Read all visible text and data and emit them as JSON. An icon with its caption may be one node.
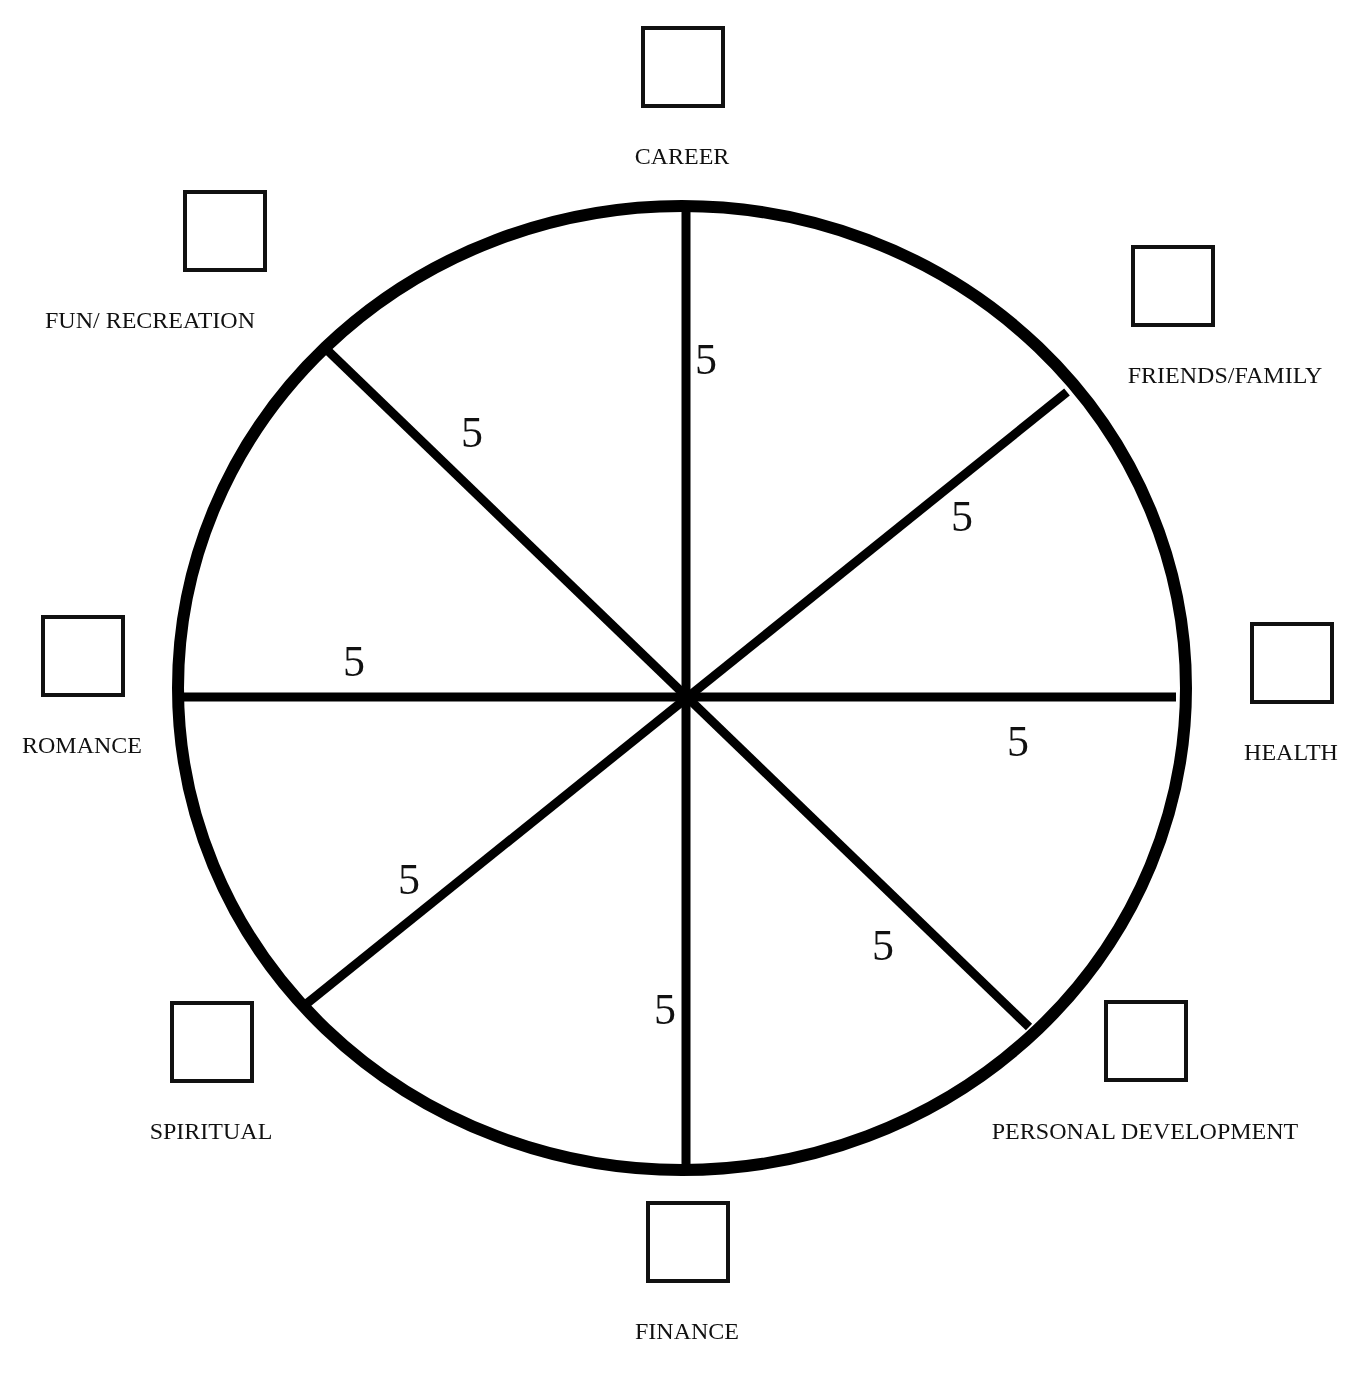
{
  "diagram": {
    "nodes": [
      {
        "text": [
          "CAREER"
        ]
      },
      {
        "text": [
          "FUN/ RECREATION"
        ]
      },
      {
        "text": [
          "FRIENDS/FAMILY"
        ]
      },
      {
        "text": [
          "ROMANCE"
        ]
      },
      {
        "text": [
          "HEALTH"
        ]
      },
      {
        "text": [
          "SPIRITUAL"
        ]
      },
      {
        "text": [
          "PERSONAL DEVELOPMENT"
        ]
      },
      {
        "text": [
          "FINANCE"
        ]
      }
    ],
    "labels": [
      "5",
      "5",
      "5",
      "5",
      "5",
      "5",
      "5",
      "5"
    ]
  }
}
